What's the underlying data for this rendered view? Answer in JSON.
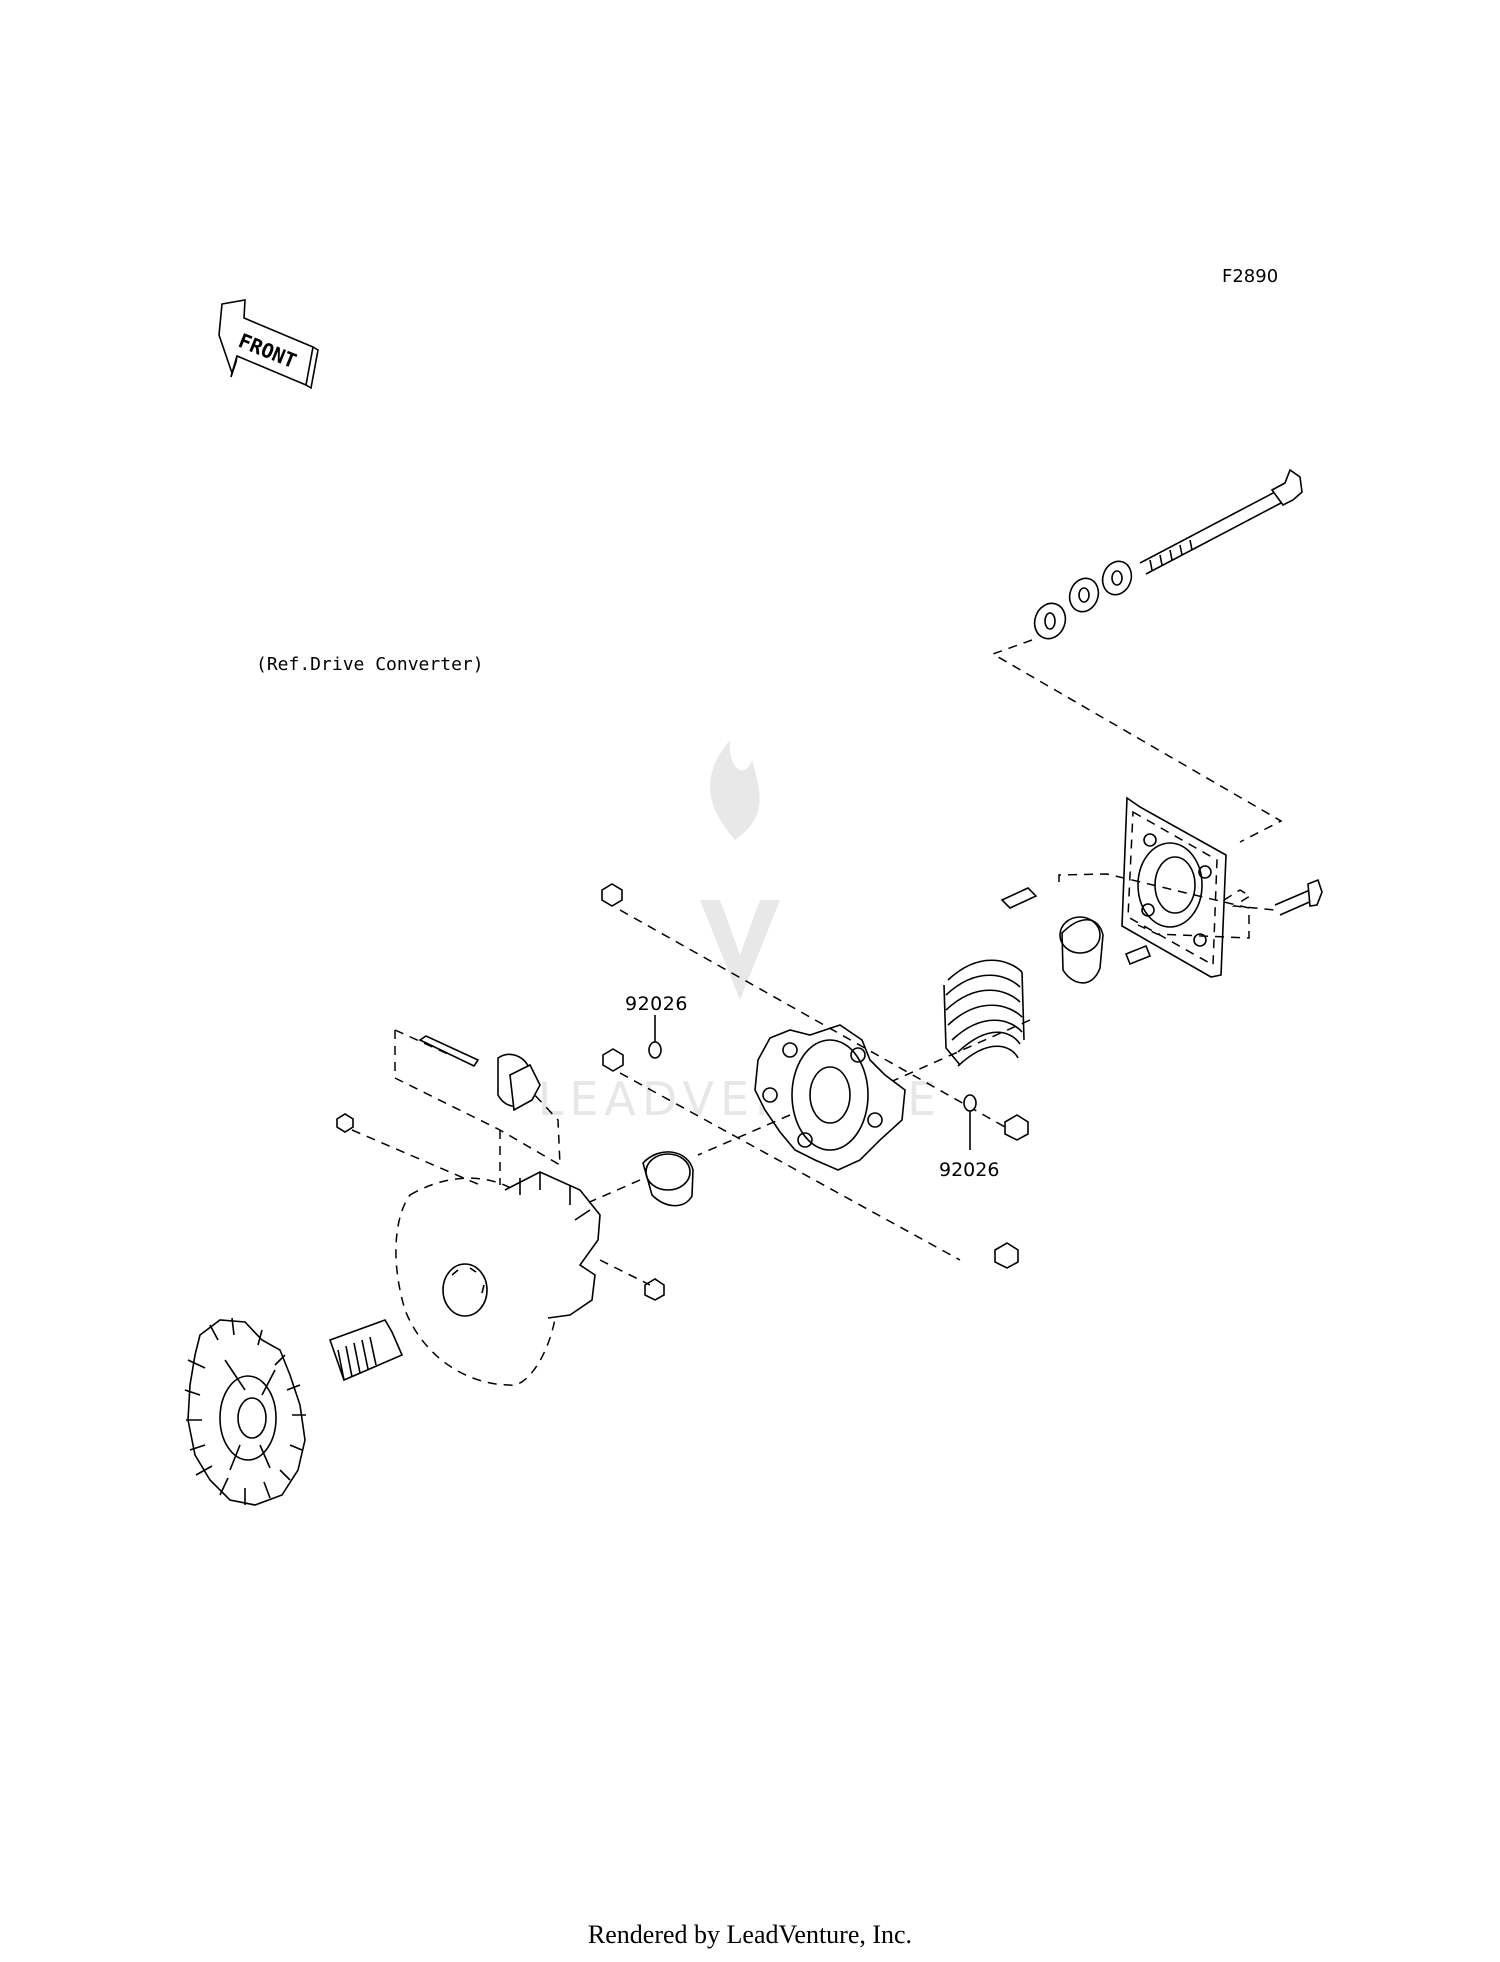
{
  "diagram": {
    "figure_code": "F2890",
    "reference_note": "(Ref.Drive Converter)",
    "front_arrow_label": "FRONT",
    "callouts": [
      {
        "part_number": "92026"
      },
      {
        "part_number": "92026"
      }
    ],
    "watermark": "LEADVENTURE",
    "footer": "Rendered by LeadVenture, Inc."
  }
}
